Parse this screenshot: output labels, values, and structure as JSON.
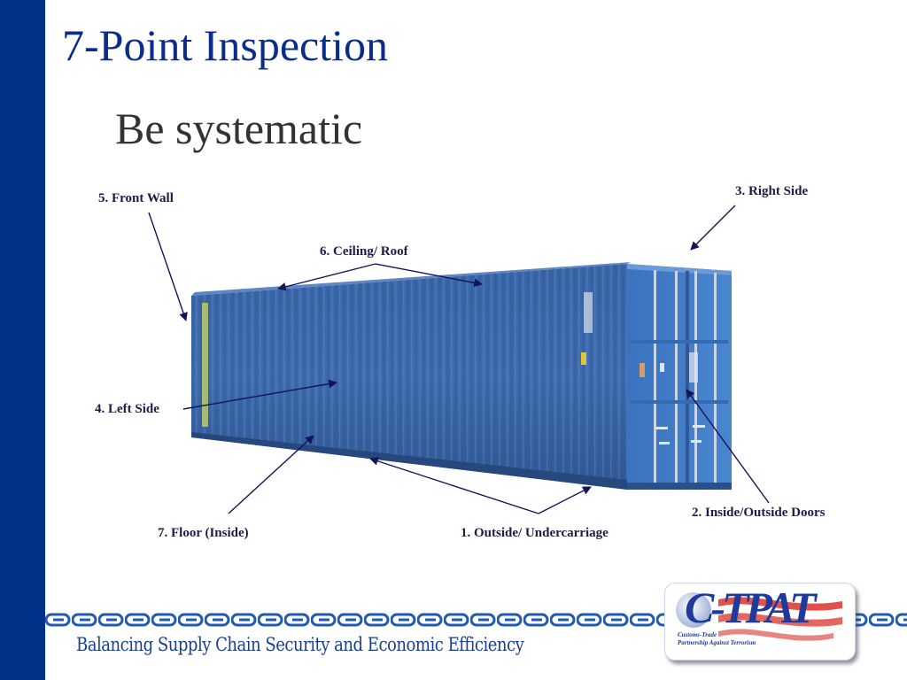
{
  "slide": {
    "title": "7-Point Inspection",
    "subtitle": "Be systematic",
    "accent_color": "#003087",
    "title_color": "#0a2d8a"
  },
  "diagram": {
    "subject": "shipping-container",
    "container_color": "#3f6fb0",
    "labels": [
      {
        "id": "1",
        "text": "1. Outside/ Undercarriage"
      },
      {
        "id": "2",
        "text": "2. Inside/Outside Doors"
      },
      {
        "id": "3",
        "text": "3. Right Side"
      },
      {
        "id": "4",
        "text": "4. Left Side"
      },
      {
        "id": "5",
        "text": "5. Front Wall"
      },
      {
        "id": "6",
        "text": "6. Ceiling/ Roof"
      },
      {
        "id": "7",
        "text": "7. Floor (Inside)"
      }
    ]
  },
  "footer": {
    "tagline": "Balancing Supply Chain Security and Economic Efficiency",
    "logo": {
      "name": "C-TPAT",
      "line1": "Customs-Trade",
      "line2": "Partnership Against Terrorism"
    }
  }
}
